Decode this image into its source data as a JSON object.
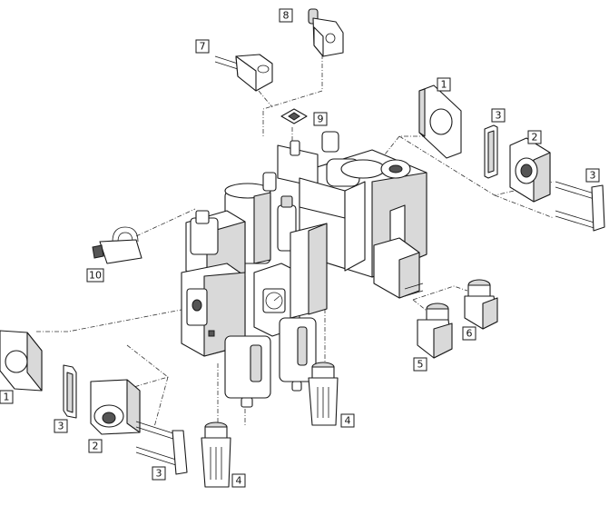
{
  "callouts": [
    {
      "label": "8"
    },
    {
      "label": "7"
    },
    {
      "label": "9"
    },
    {
      "label": "1"
    },
    {
      "label": "3"
    },
    {
      "label": "2"
    },
    {
      "label": "3"
    },
    {
      "label": "10"
    },
    {
      "label": "6"
    },
    {
      "label": "5"
    },
    {
      "label": "1"
    },
    {
      "label": "3"
    },
    {
      "label": "2"
    },
    {
      "label": "3"
    },
    {
      "label": "4"
    },
    {
      "label": "4"
    }
  ]
}
